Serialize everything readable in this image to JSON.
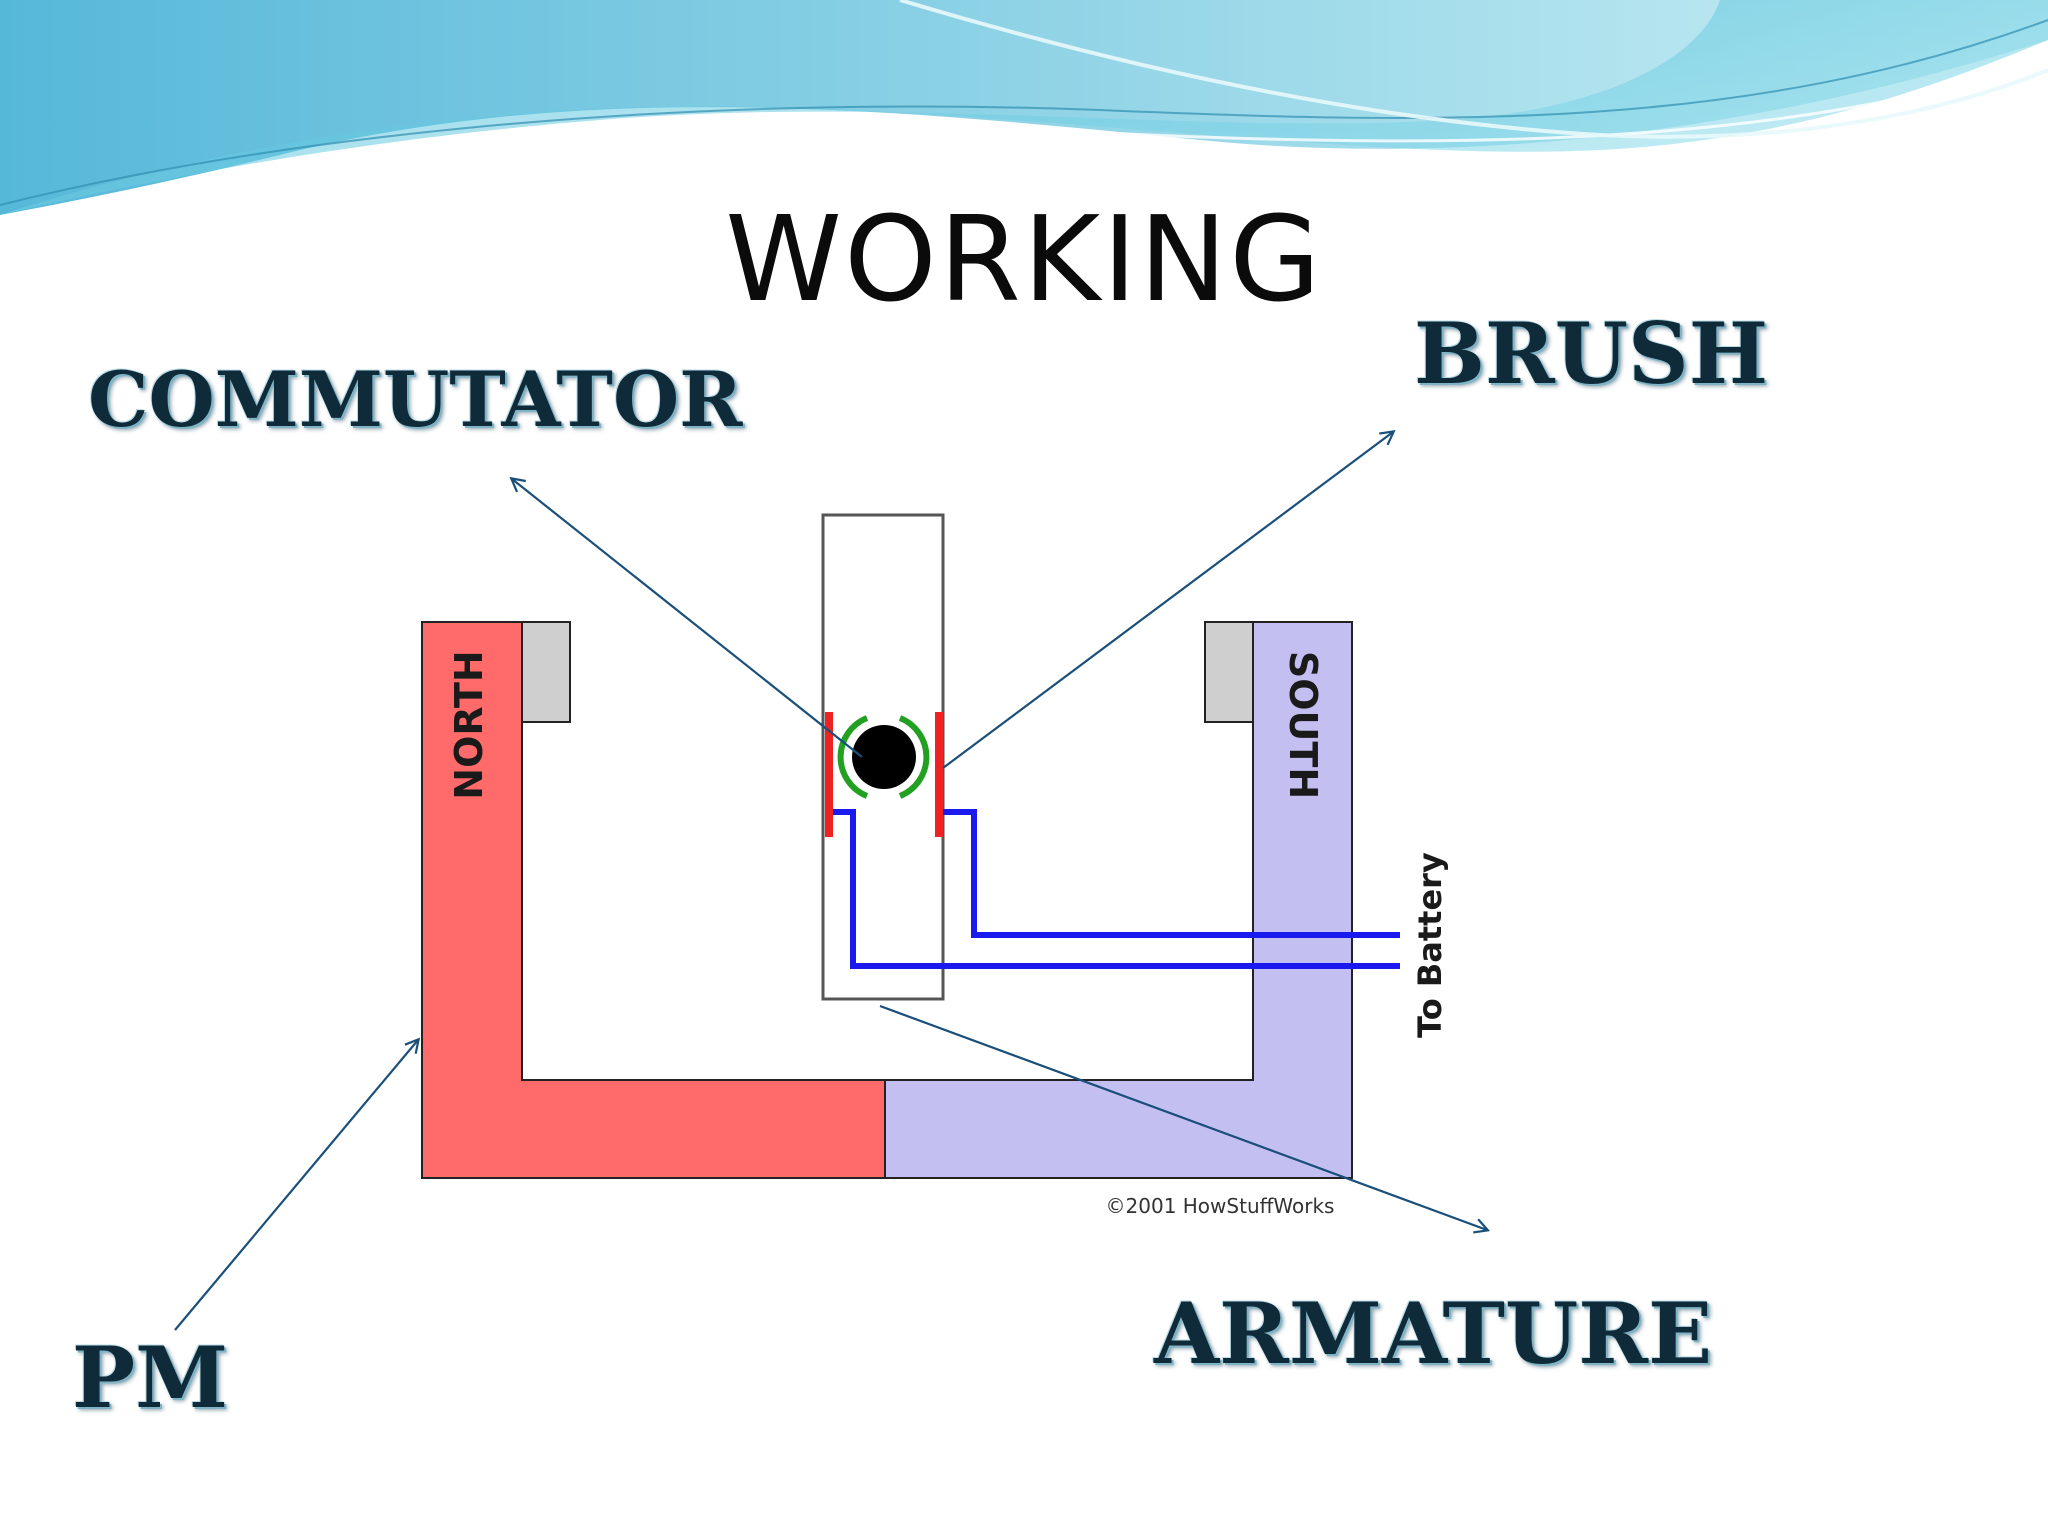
{
  "slide": {
    "title": "WORKING",
    "labels": {
      "commutator": "COMMUTATOR",
      "brush": "BRUSH",
      "armature": "ARMATURE",
      "pm": "PM"
    }
  },
  "diagram": {
    "pole_north": "NORTH",
    "pole_south": "SOUTH",
    "battery_label": "To Battery",
    "copyright": "©2001 HowStuffWorks"
  },
  "colors": {
    "north_pole": "#ff6b6b",
    "south_pole": "#c3bff0",
    "brush": "#ee2222",
    "commutator": "#22a022",
    "wire": "#1a1aee",
    "arrow": "#1a4f7a",
    "header_wave": "#7fd0e0"
  }
}
